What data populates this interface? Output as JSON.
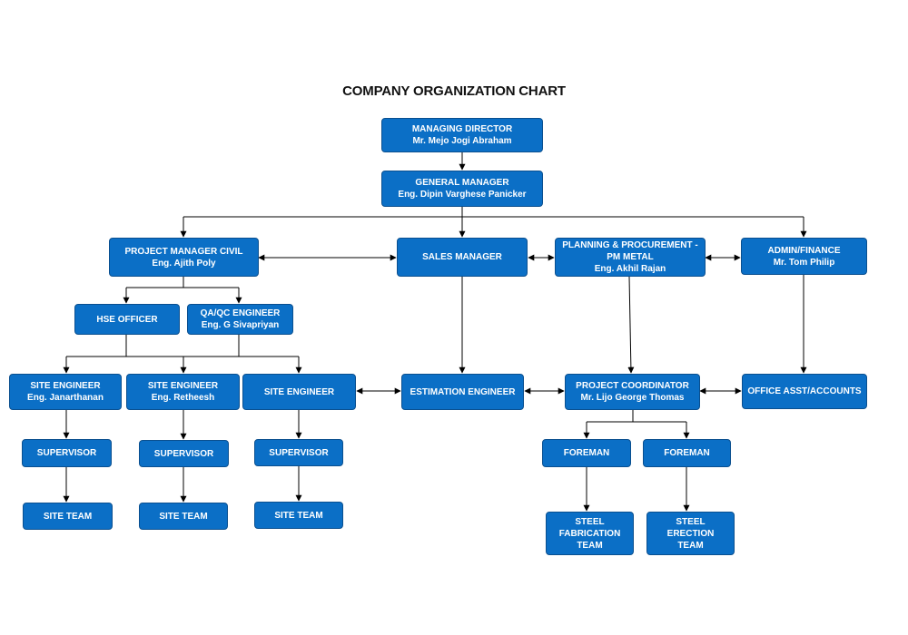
{
  "title": "COMPANY ORGANIZATION CHART",
  "colors": {
    "box_fill": "#0b6fc6",
    "box_border": "#0a4f8f",
    "text": "#ffffff",
    "connector": "#000000"
  },
  "nodes": {
    "md": {
      "lines": [
        "MANAGING DIRECTOR",
        "Mr. Mejo Jogi Abraham"
      ]
    },
    "gm": {
      "lines": [
        "GENERAL MANAGER",
        "Eng. Dipin  Varghese Panicker"
      ]
    },
    "pmc": {
      "lines": [
        "PROJECT MANAGER CIVIL",
        "Eng. Ajith Poly"
      ]
    },
    "sales": {
      "lines": [
        "SALES MANAGER"
      ]
    },
    "plan": {
      "lines": [
        "PLANNING & PROCUREMENT -",
        "PM METAL",
        "Eng. Akhil Rajan"
      ]
    },
    "admin": {
      "lines": [
        "ADMIN/FINANCE",
        "Mr. Tom Philip"
      ]
    },
    "hse": {
      "lines": [
        "HSE OFFICER"
      ]
    },
    "qaqc": {
      "lines": [
        "QA/QC ENGINEER",
        "Eng. G Sivapriyan"
      ]
    },
    "se1": {
      "lines": [
        "SITE ENGINEER",
        "Eng. Janarthanan"
      ]
    },
    "se2": {
      "lines": [
        "SITE ENGINEER",
        "Eng. Retheesh"
      ]
    },
    "se3": {
      "lines": [
        "SITE ENGINEER"
      ]
    },
    "est": {
      "lines": [
        "ESTIMATION ENGINEER"
      ]
    },
    "pc": {
      "lines": [
        "PROJECT COORDINATOR",
        "Mr. Lijo George Thomas"
      ]
    },
    "office": {
      "lines": [
        "OFFICE ASST/ACCOUNTS"
      ]
    },
    "sup1": {
      "lines": [
        "SUPERVISOR"
      ]
    },
    "sup2": {
      "lines": [
        "SUPERVISOR"
      ]
    },
    "sup3": {
      "lines": [
        "SUPERVISOR"
      ]
    },
    "fm1": {
      "lines": [
        "FOREMAN"
      ]
    },
    "fm2": {
      "lines": [
        "FOREMAN"
      ]
    },
    "team1": {
      "lines": [
        "SITE TEAM"
      ]
    },
    "team2": {
      "lines": [
        "SITE TEAM"
      ]
    },
    "team3": {
      "lines": [
        "SITE TEAM"
      ]
    },
    "fab": {
      "lines": [
        "STEEL",
        "FABRICATION",
        "TEAM"
      ]
    },
    "erect": {
      "lines": [
        "STEEL",
        "ERECTION",
        "TEAM"
      ]
    }
  }
}
